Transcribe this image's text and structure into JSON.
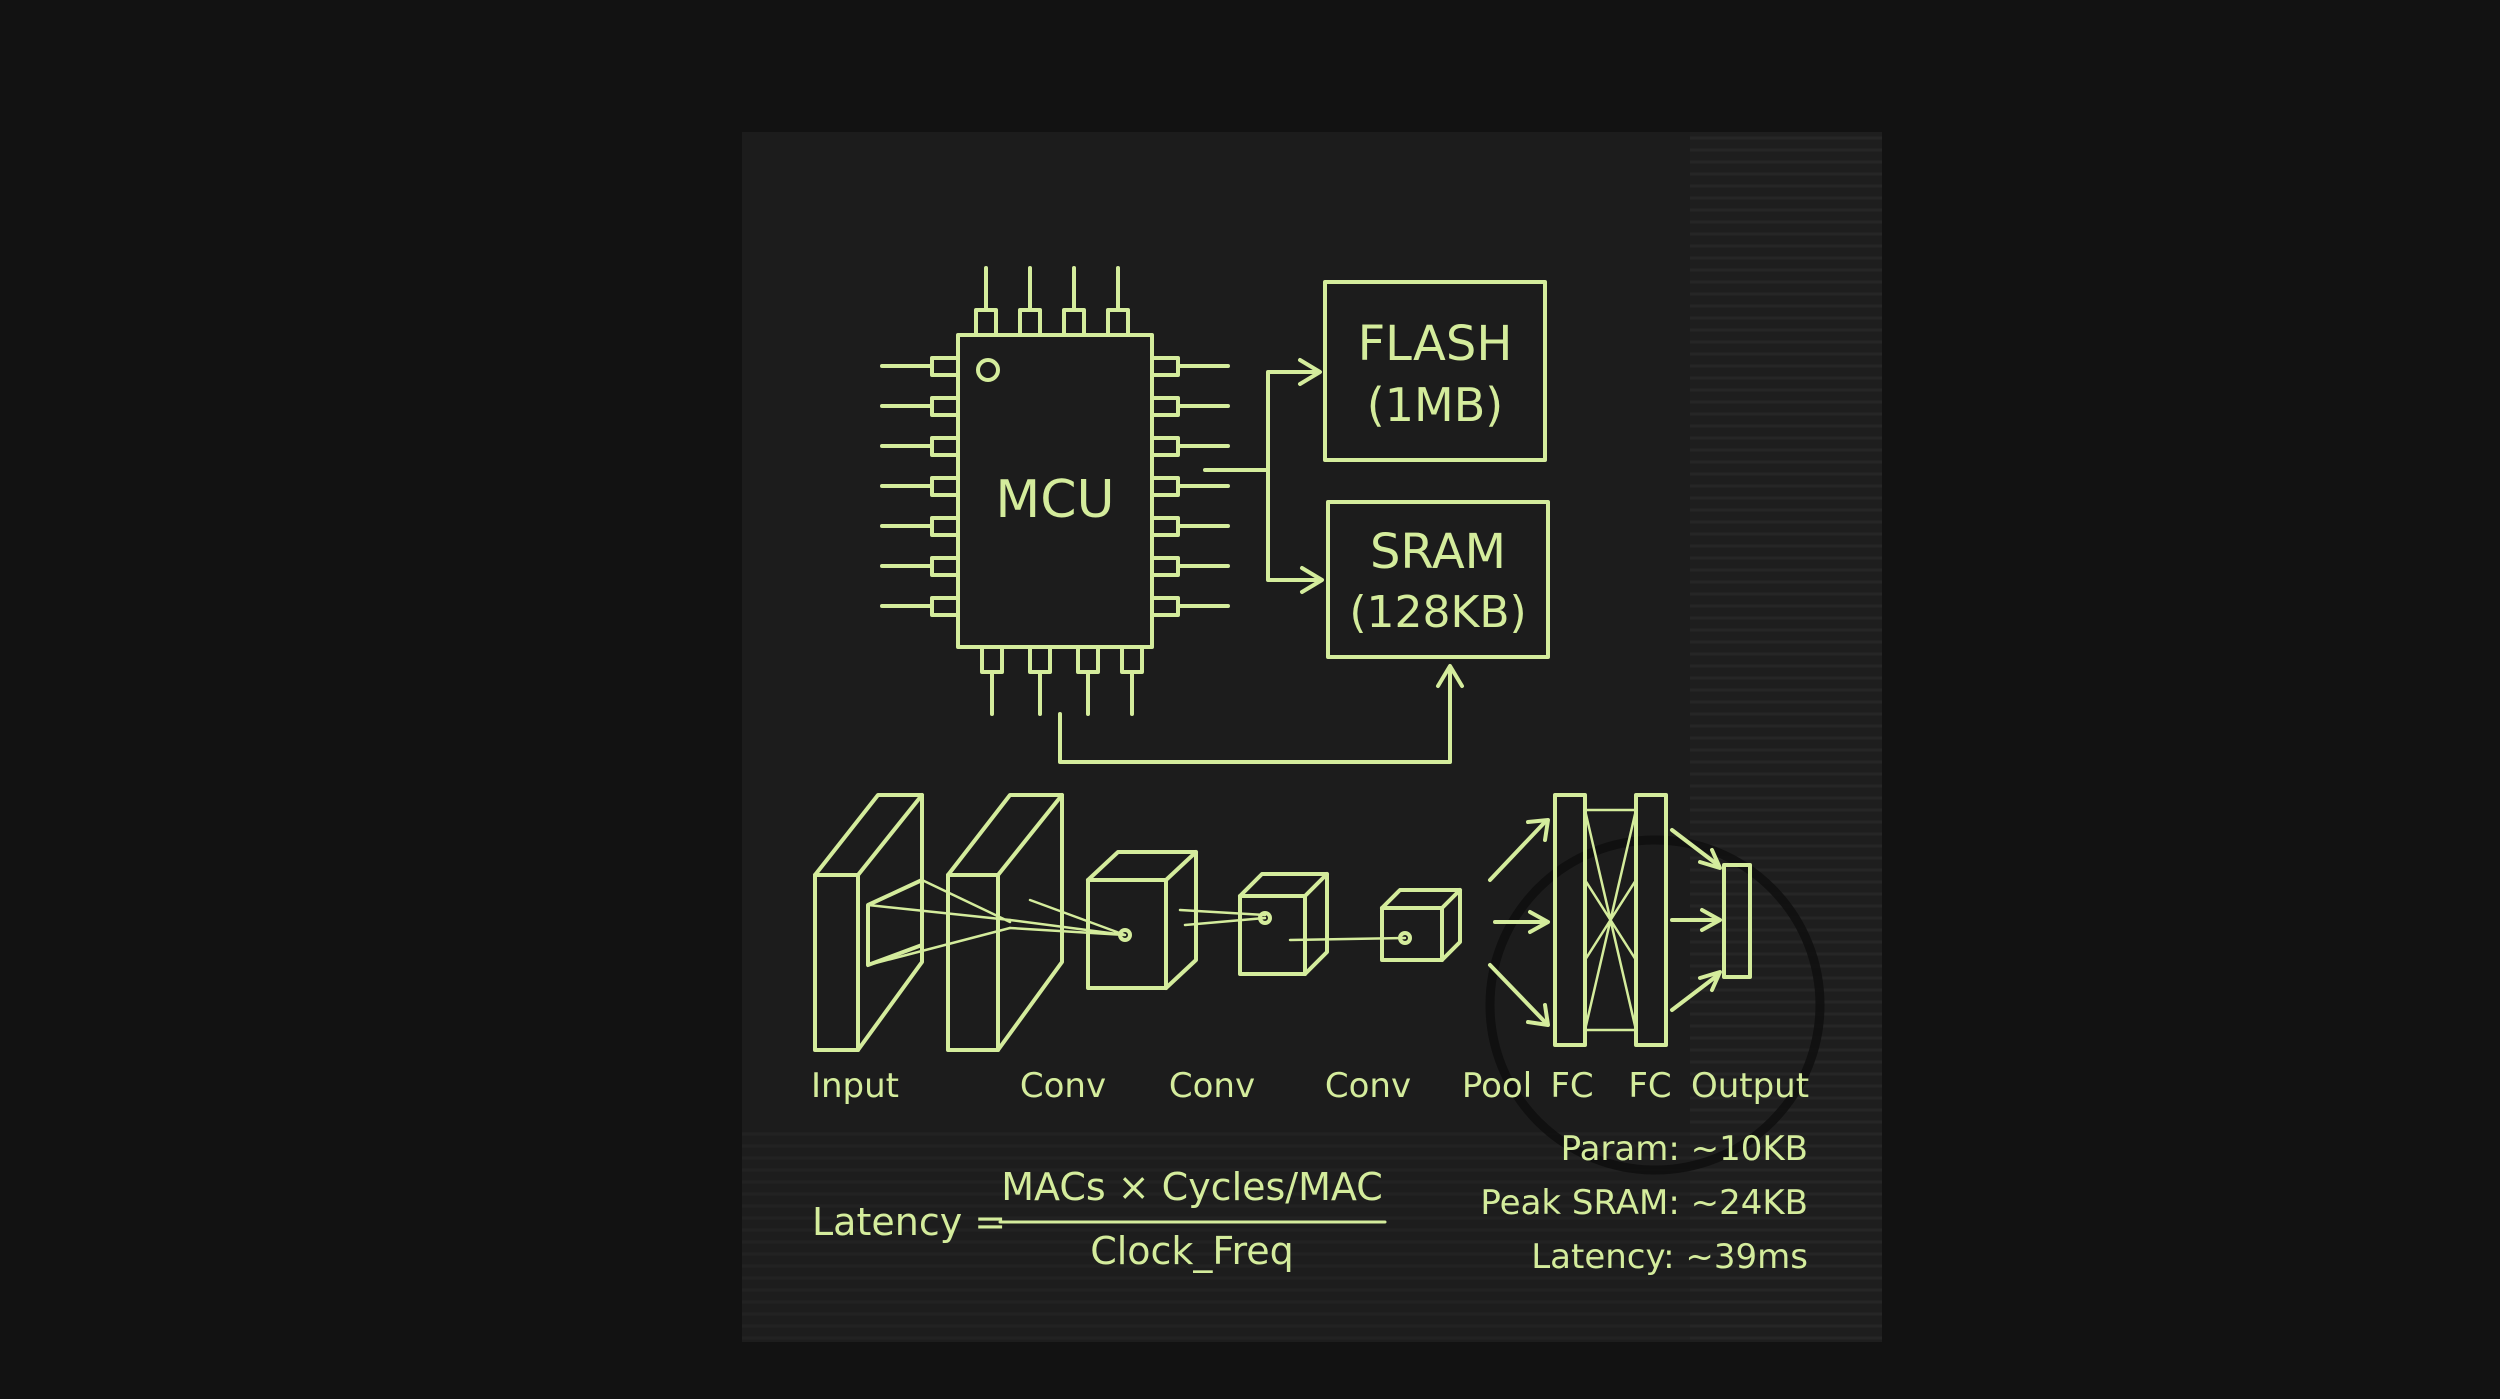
{
  "theme": {
    "background": "#121212",
    "napkin": "#1c1c1c",
    "napkin_border": "#272727",
    "chalk": "#d4ec9c"
  },
  "mcu": {
    "label": "MCU"
  },
  "flash": {
    "line1": "FLASH",
    "line2": "(1MB)"
  },
  "sram": {
    "line1": "SRAM",
    "line2": "(128KB)"
  },
  "network": {
    "labels": {
      "input": "Input",
      "conv1": "Conv",
      "conv2": "Conv",
      "conv3": "Conv",
      "pool": "Pool",
      "fc1": "FC",
      "fc2": "FC",
      "output": "Output"
    }
  },
  "formula": {
    "lhs": "Latency =",
    "numerator": "MACs × Cycles/MAC",
    "denominator": "Clock_Freq"
  },
  "stats": {
    "params": "Param: ~10KB",
    "peak_sram": "Peak SRAM: ~24KB",
    "latency": "Latency: ~39ms"
  }
}
